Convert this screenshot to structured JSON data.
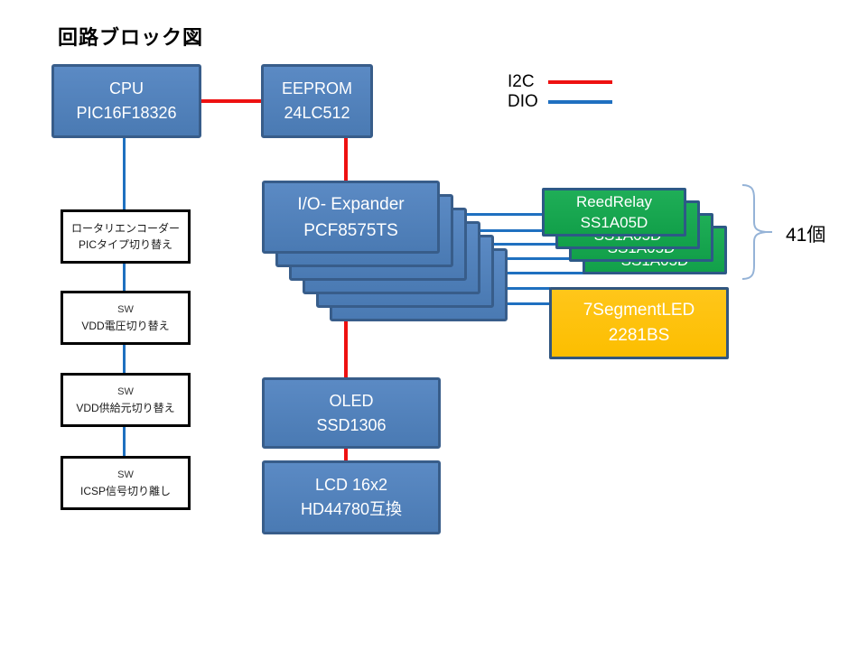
{
  "title": "回路ブロック図",
  "legend": {
    "i2c_label": "I2C",
    "dio_label": "DIO"
  },
  "colors": {
    "i2c_line": "#EE1111",
    "dio_line": "#1F70C0",
    "block_fill": "#4F81BD",
    "block_border": "#385D8A",
    "relay_fill": "#17A650",
    "led_fill": "#FFC000",
    "switch_border": "#000000",
    "bracket": "#95B3D7"
  },
  "blocks": {
    "cpu": {
      "line1": "CPU",
      "line2": "PIC16F18326"
    },
    "eeprom": {
      "line1": "EEPROM",
      "line2": "24LC512"
    },
    "io_expander": {
      "line1": "I/O- Expander",
      "line2": "PCF8575TS",
      "stack_count": 6
    },
    "reed_relay": {
      "line1": "ReedRelay",
      "line2": "SS1A05D",
      "stack_count": 4
    },
    "seven_segment_led": {
      "line1": "7SegmentLED",
      "line2": "2281BS"
    },
    "oled": {
      "line1": "OLED",
      "line2": "SSD1306"
    },
    "lcd": {
      "line1": "LCD 16x2",
      "line2": "HD44780互換"
    }
  },
  "switch_boxes": [
    {
      "line1": "ロータリエンコーダー",
      "line2": "PICタイプ切り替え"
    },
    {
      "line1": "SW",
      "line2": "VDD電圧切り替え"
    },
    {
      "line1": "SW",
      "line2": "VDD供給元切り替え"
    },
    {
      "line1": "SW",
      "line2": "ICSP信号切り離し"
    }
  ],
  "annotation": {
    "relay_count": "41個"
  }
}
